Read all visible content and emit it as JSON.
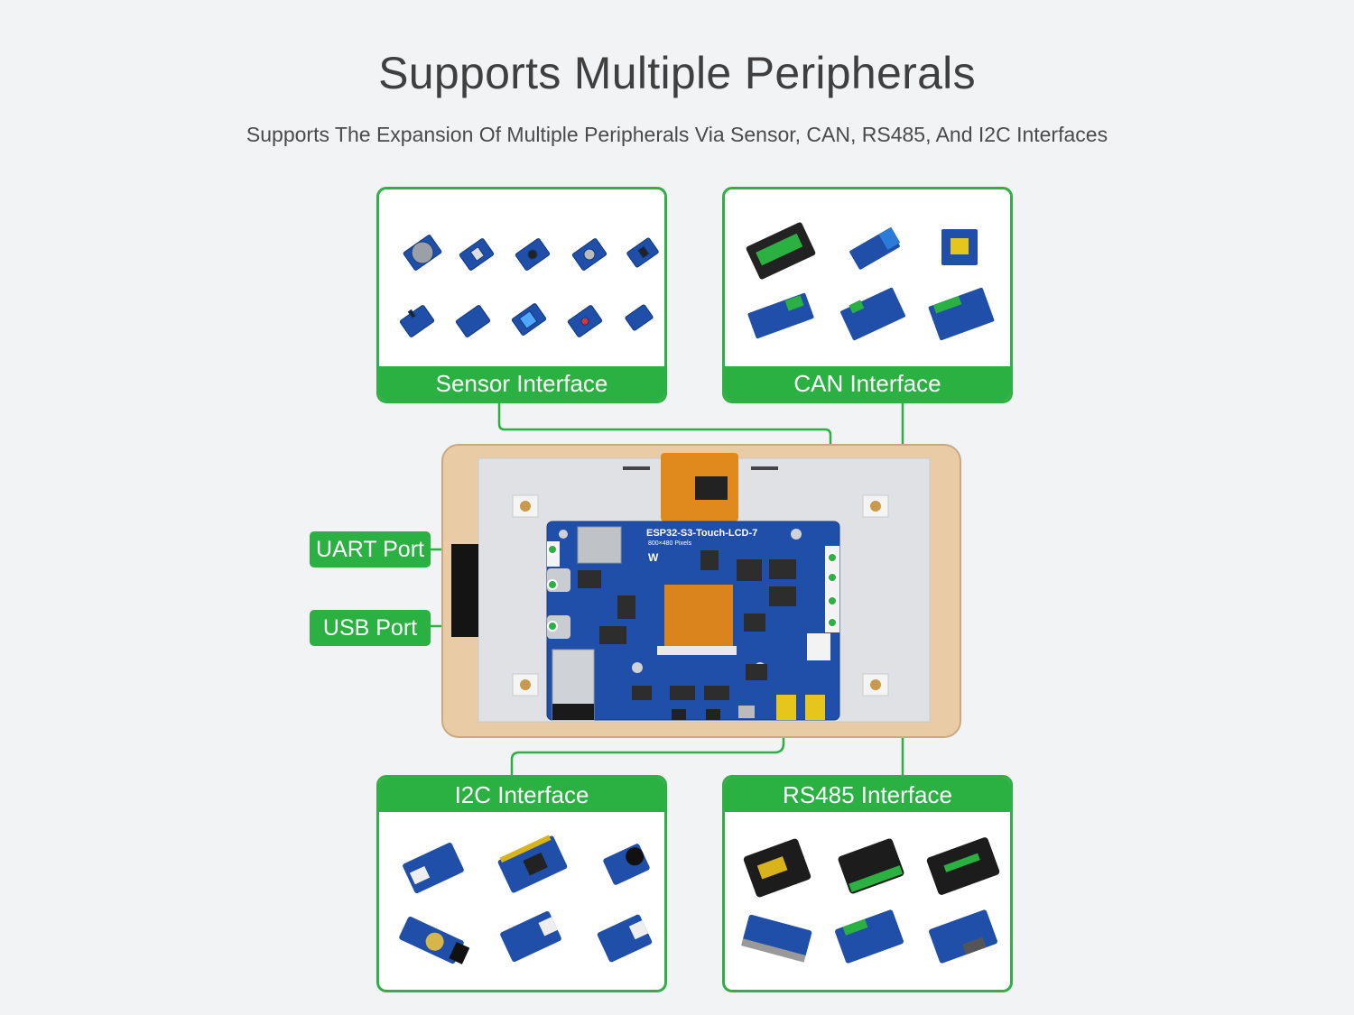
{
  "header": {
    "title": "Supports Multiple Peripherals",
    "subtitle": "Supports The Expansion Of Multiple Peripherals Via Sensor, CAN, RS485, And I2C Interfaces"
  },
  "panels": {
    "sensor": {
      "label": "Sensor Interface"
    },
    "can": {
      "label": "CAN Interface"
    },
    "i2c": {
      "label": "I2C Interface"
    },
    "rs485": {
      "label": "RS485 Interface"
    }
  },
  "ports": {
    "uart": "UART Port",
    "usb": "USB Port"
  },
  "board": {
    "name": "ESP32-S3-Touch-LCD-7",
    "resolution": "800×480 Pixels"
  },
  "colors": {
    "accent": "#2bb042",
    "pcb": "#1f4fa8",
    "frame": "#e9cba5",
    "fpc": "#e08a1e"
  }
}
